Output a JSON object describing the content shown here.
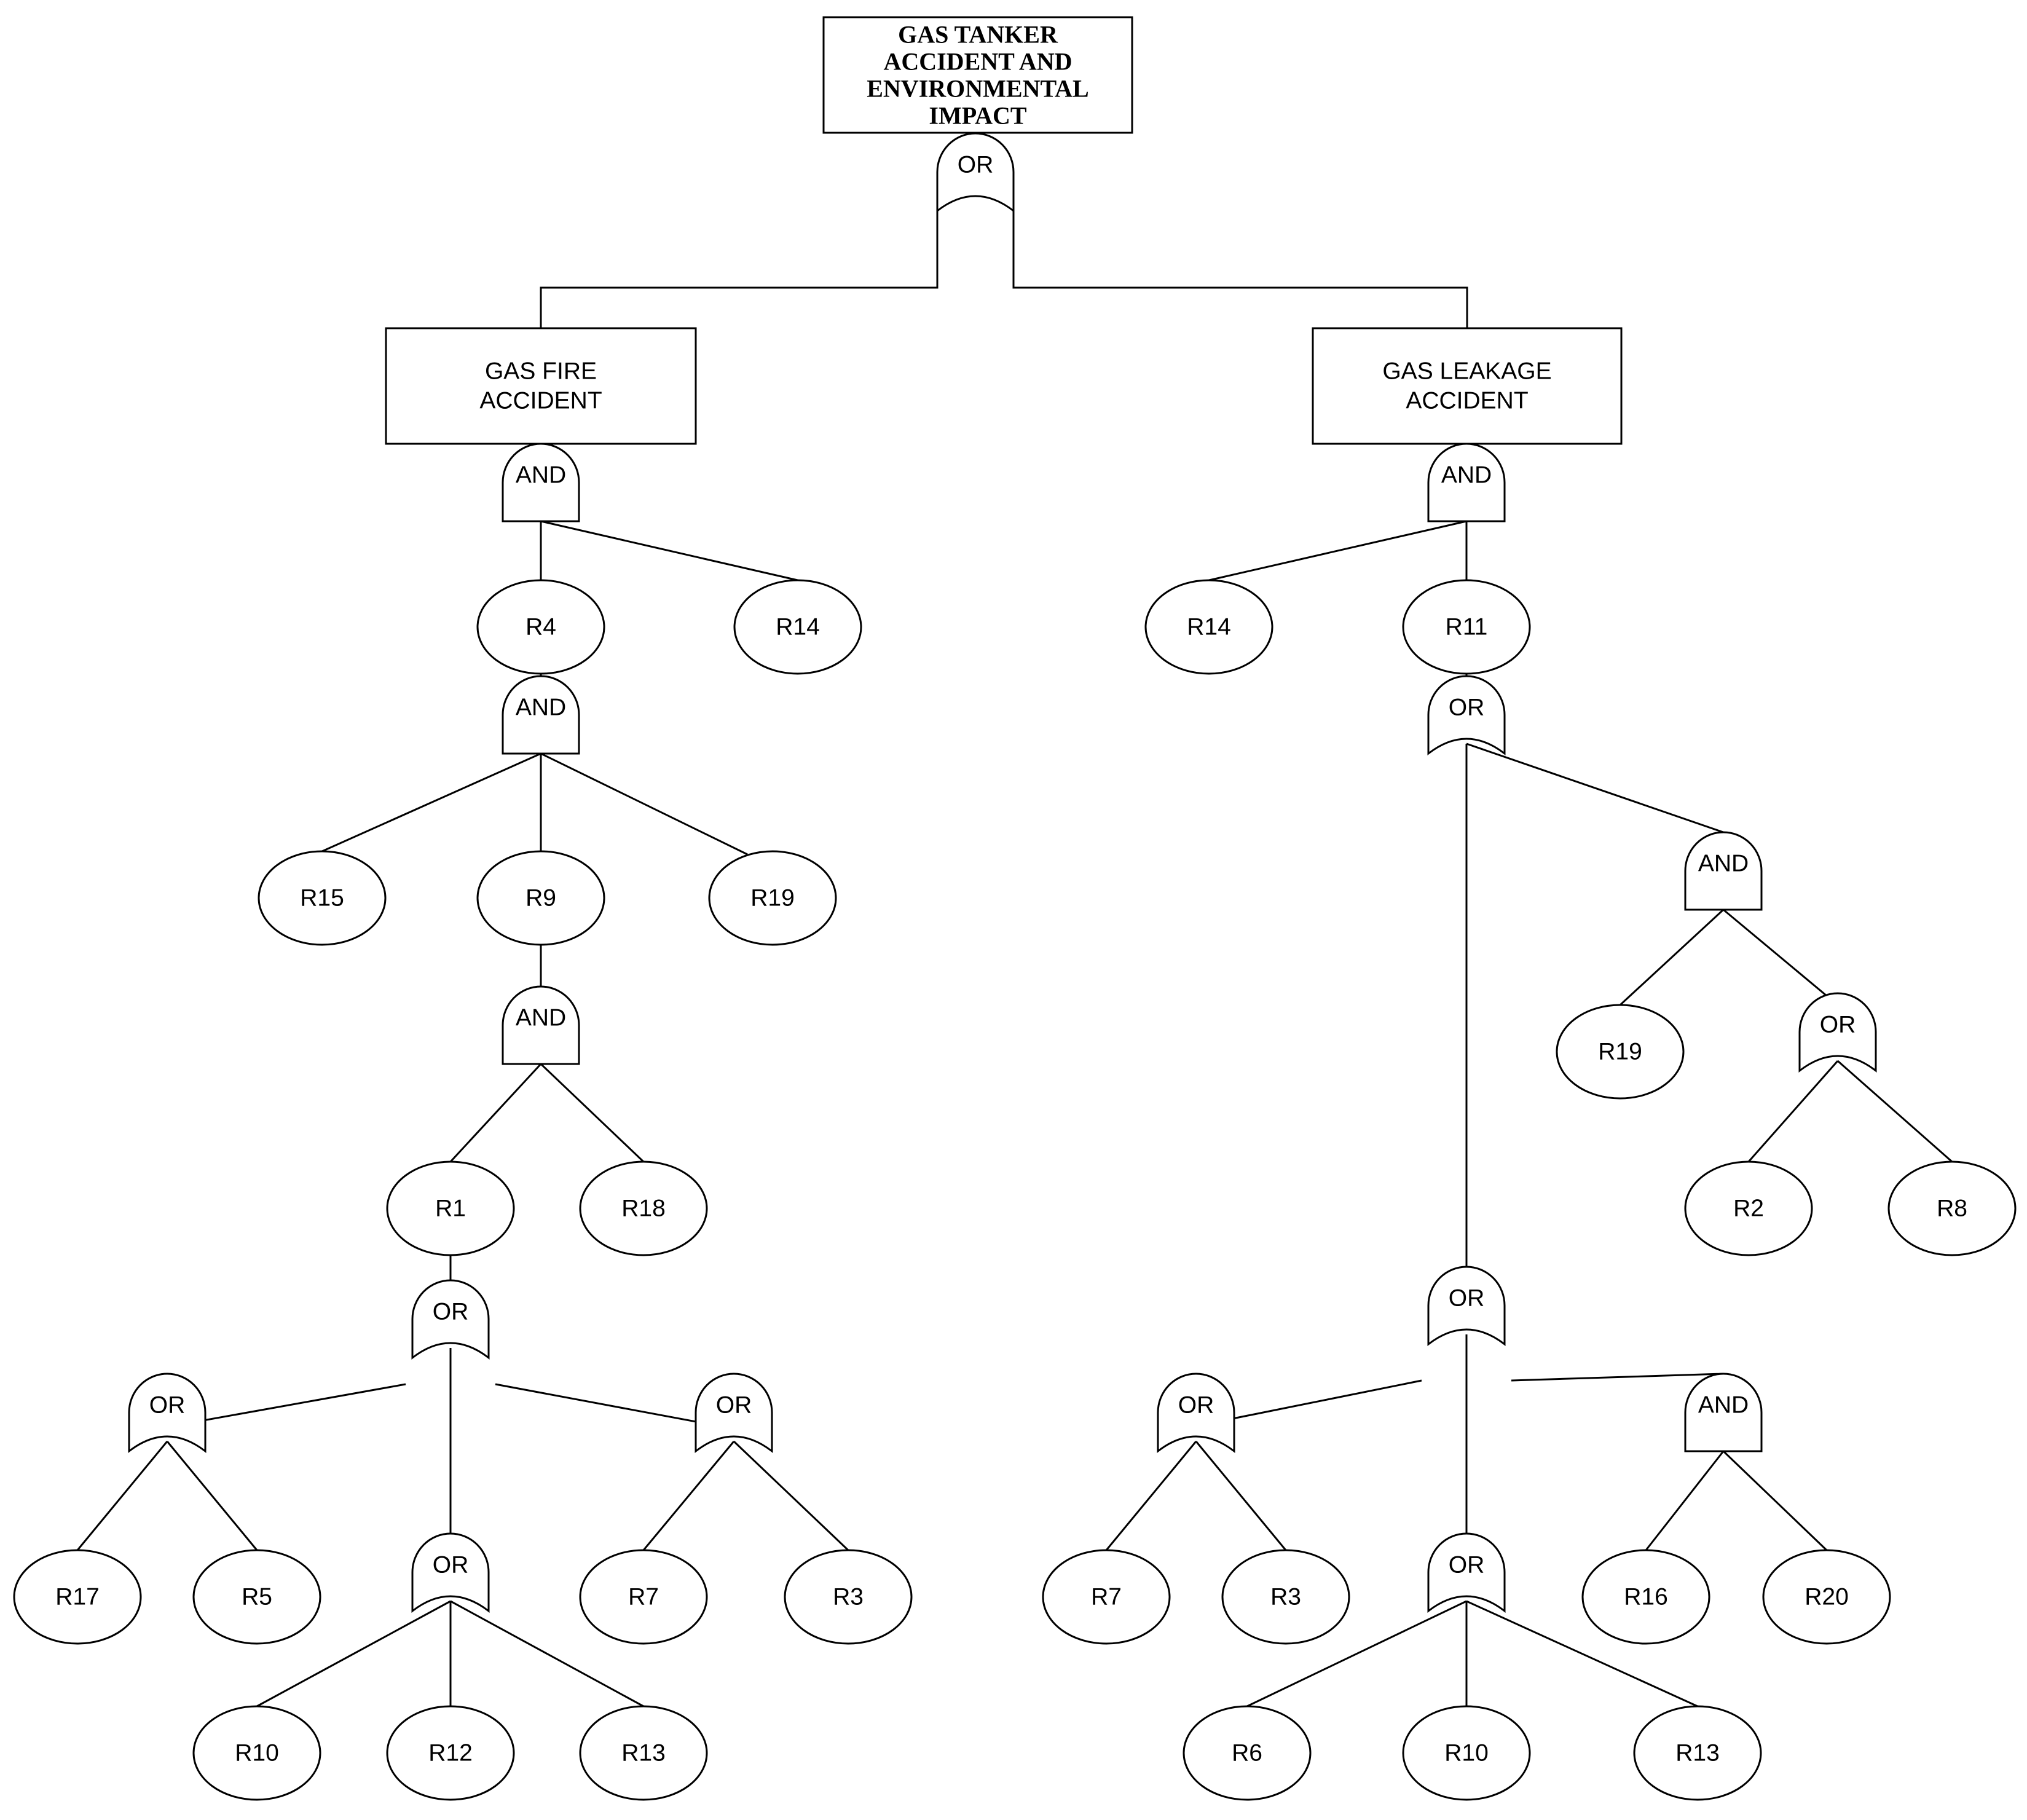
{
  "top_event": {
    "lines": [
      "GAS TANKER",
      "ACCIDENT AND",
      "ENVIRONMENTAL",
      "IMPACT"
    ]
  },
  "events": [
    {
      "id": "fire",
      "lines": [
        "GAS FIRE",
        "ACCIDENT"
      ]
    },
    {
      "id": "leak",
      "lines": [
        "GAS LEAKAGE",
        "ACCIDENT"
      ]
    }
  ],
  "gates": [
    {
      "id": "g0",
      "type": "OR"
    },
    {
      "id": "gF1",
      "type": "AND"
    },
    {
      "id": "gF2",
      "type": "AND"
    },
    {
      "id": "gF3",
      "type": "AND"
    },
    {
      "id": "gF4",
      "type": "OR"
    },
    {
      "id": "gF5",
      "type": "OR"
    },
    {
      "id": "gF6",
      "type": "OR"
    },
    {
      "id": "gF7",
      "type": "OR"
    },
    {
      "id": "gL1",
      "type": "AND"
    },
    {
      "id": "gL2",
      "type": "OR"
    },
    {
      "id": "gL3",
      "type": "AND"
    },
    {
      "id": "gL4",
      "type": "OR"
    },
    {
      "id": "gL5",
      "type": "OR"
    },
    {
      "id": "gL6",
      "type": "OR"
    },
    {
      "id": "gL7",
      "type": "OR"
    },
    {
      "id": "gL8",
      "type": "AND"
    }
  ],
  "basic_events": [
    {
      "id": "f_r4",
      "label": "R4"
    },
    {
      "id": "f_r14",
      "label": "R14"
    },
    {
      "id": "f_r15",
      "label": "R15"
    },
    {
      "id": "f_r9",
      "label": "R9"
    },
    {
      "id": "f_r19",
      "label": "R19"
    },
    {
      "id": "f_r1",
      "label": "R1"
    },
    {
      "id": "f_r18",
      "label": "R18"
    },
    {
      "id": "f_r17",
      "label": "R17"
    },
    {
      "id": "f_r5",
      "label": "R5"
    },
    {
      "id": "f_r7",
      "label": "R7"
    },
    {
      "id": "f_r3",
      "label": "R3"
    },
    {
      "id": "f_r10",
      "label": "R10"
    },
    {
      "id": "f_r12",
      "label": "R12"
    },
    {
      "id": "f_r13",
      "label": "R13"
    },
    {
      "id": "l_r14",
      "label": "R14"
    },
    {
      "id": "l_r11",
      "label": "R11"
    },
    {
      "id": "l_r19",
      "label": "R19"
    },
    {
      "id": "l_r2",
      "label": "R2"
    },
    {
      "id": "l_r8",
      "label": "R8"
    },
    {
      "id": "l_r7",
      "label": "R7"
    },
    {
      "id": "l_r3",
      "label": "R3"
    },
    {
      "id": "l_r16",
      "label": "R16"
    },
    {
      "id": "l_r20",
      "label": "R20"
    },
    {
      "id": "l_r6",
      "label": "R6"
    },
    {
      "id": "l_r10",
      "label": "R10"
    },
    {
      "id": "l_r13",
      "label": "R13"
    }
  ]
}
